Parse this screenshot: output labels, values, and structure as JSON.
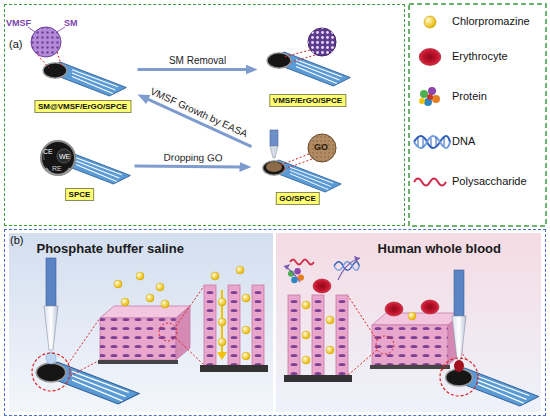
{
  "diagram": {
    "nodes": [
      {
        "text": [
          "(a)"
        ]
      },
      {
        "text": [
          "SM@VMSF/ErGO/SPCE"
        ],
        "in": 0
      },
      {
        "text": [
          "VMSF/ErGO/SPCE"
        ],
        "in": 0
      },
      {
        "text": [
          "SPCE"
        ],
        "in": 0
      },
      {
        "text": [
          "GO/SPCE"
        ],
        "in": 0
      },
      {
        "text": [
          "(b)"
        ]
      },
      {
        "text": [
          "Phosphate buffer saline"
        ],
        "in": 5
      },
      {
        "text": [
          "Human whole blood"
        ],
        "in": 5
      }
    ],
    "edges": [
      {
        "from": 1,
        "to": 2,
        "label": "SM Removal",
        "arrow": "to"
      },
      {
        "from": 4,
        "to": 1,
        "label": "VMSF Growth by EASA",
        "arrow": "to"
      },
      {
        "from": 3,
        "to": 4,
        "label": "Dropping GO",
        "arrow": "to"
      }
    ],
    "labels": [
      "VMSF",
      "SM",
      "CE",
      "WE",
      "RE",
      "GO"
    ],
    "legend": [
      {
        "text": "Chlorpromazine"
      },
      {
        "text": "Erythrocyte"
      },
      {
        "text": "Protein"
      },
      {
        "text": "DNA"
      },
      {
        "text": "Polysaccharide"
      }
    ]
  }
}
